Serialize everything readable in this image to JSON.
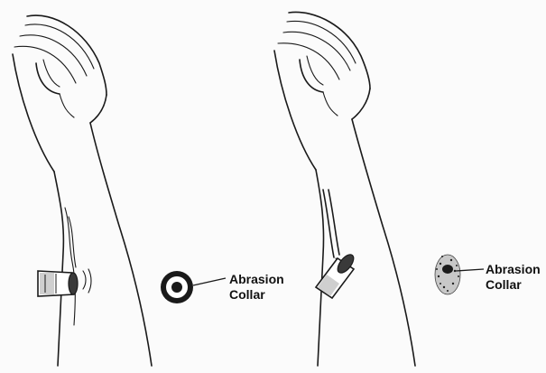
{
  "panels": [
    {
      "id": "left",
      "label_line1": "Abrasion",
      "label_line2": "Collar"
    },
    {
      "id": "right",
      "label_line1": "Abrasion",
      "label_line2": "Collar"
    }
  ],
  "colors": {
    "ink": "#1a1a1a",
    "paper": "#fbfbfb"
  }
}
